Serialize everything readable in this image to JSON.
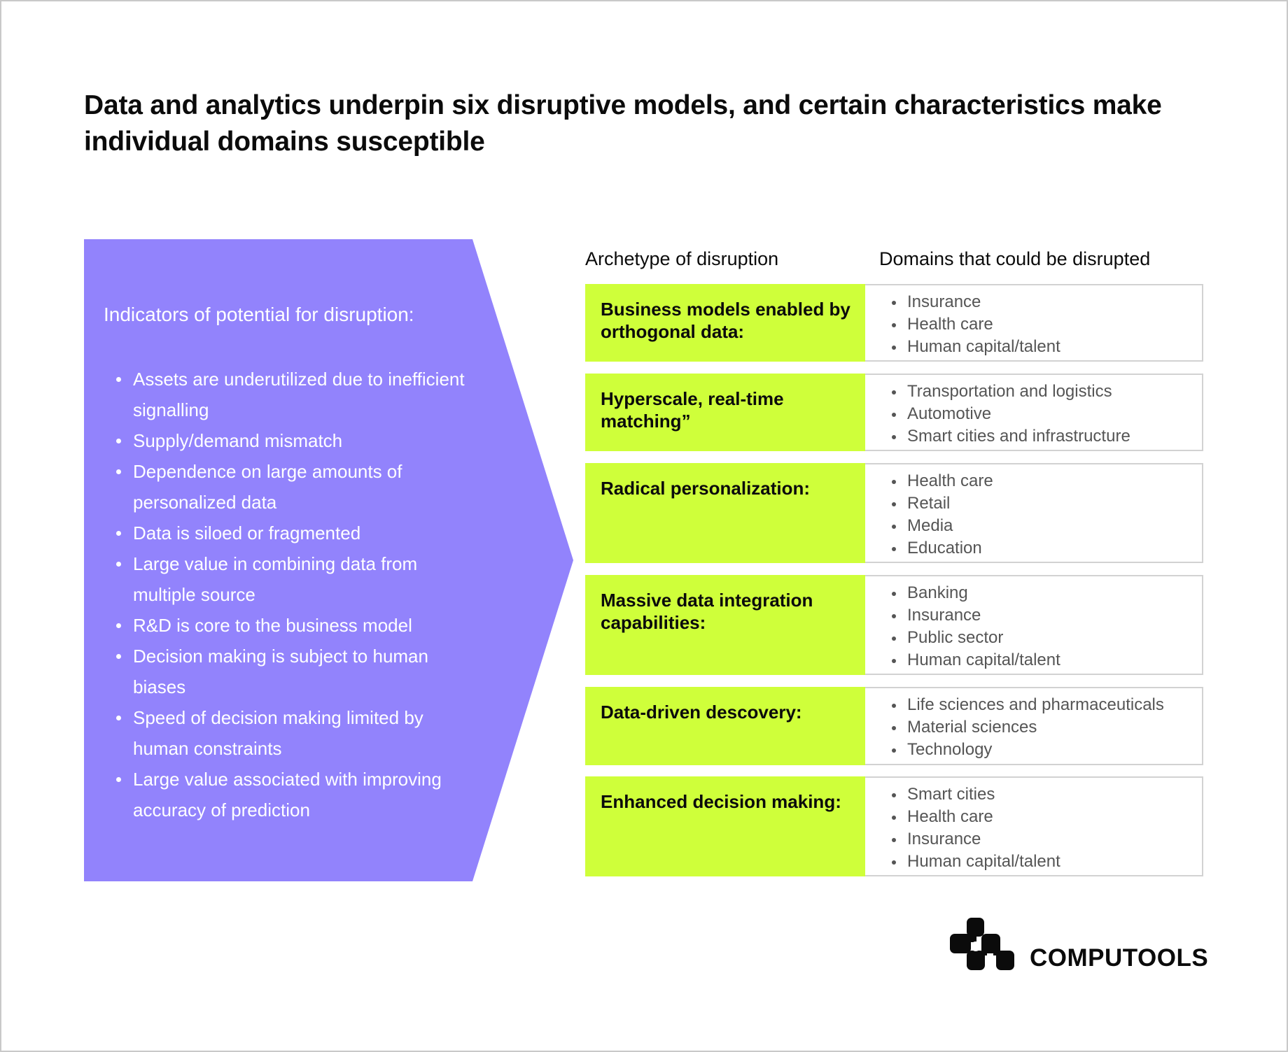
{
  "title": "Data and analytics underpin six disruptive models, and certain characteristics make individual domains susceptible",
  "colors": {
    "indicator_panel": "#9283fc",
    "archetype_cell": "#cfff3a",
    "domain_border": "#d2d2d2",
    "domain_text": "#555555",
    "text": "#0b0b0b"
  },
  "indicators": {
    "heading": "Indicators of potential for disruption:",
    "items": [
      "Assets are underutilized due to inefficient signalling",
      "Supply/demand mismatch",
      "Dependence on large amounts of personalized data",
      "Data is siloed or fragmented",
      "Large value in combining data from multiple source",
      "R&D is core to the business model",
      "Decision making is subject to human biases",
      "Speed of decision making limited by human constraints",
      "Large value associated with improving accuracy of prediction"
    ]
  },
  "table": {
    "headers": {
      "archetype": "Archetype of disruption",
      "domains": "Domains that could be disrupted"
    },
    "rows": [
      {
        "archetype": "Business models enabled by orthogonal data:",
        "domains": [
          "Insurance",
          "Health care",
          "Human capital/talent"
        ]
      },
      {
        "archetype": "Hyperscale, real-time matching”",
        "domains": [
          "Transportation and logistics",
          "Automotive",
          "Smart cities and infrastructure"
        ]
      },
      {
        "archetype": "Radical personalization:",
        "domains": [
          "Health care",
          "Retail",
          "Media",
          "Education"
        ]
      },
      {
        "archetype": "Massive data integration capabilities:",
        "domains": [
          "Banking",
          "Insurance",
          "Public sector",
          "Human capital/talent"
        ]
      },
      {
        "archetype": "Data-driven descovery:",
        "domains": [
          "Life sciences and pharmaceuticals",
          "Material sciences",
          "Technology"
        ]
      },
      {
        "archetype": "Enhanced decision making:",
        "domains": [
          "Smart cities",
          "Health care",
          "Insurance",
          "Human capital/talent"
        ]
      }
    ]
  },
  "logo": {
    "icon": "computools-blocks-icon",
    "text": "COMPUTOOLS"
  }
}
